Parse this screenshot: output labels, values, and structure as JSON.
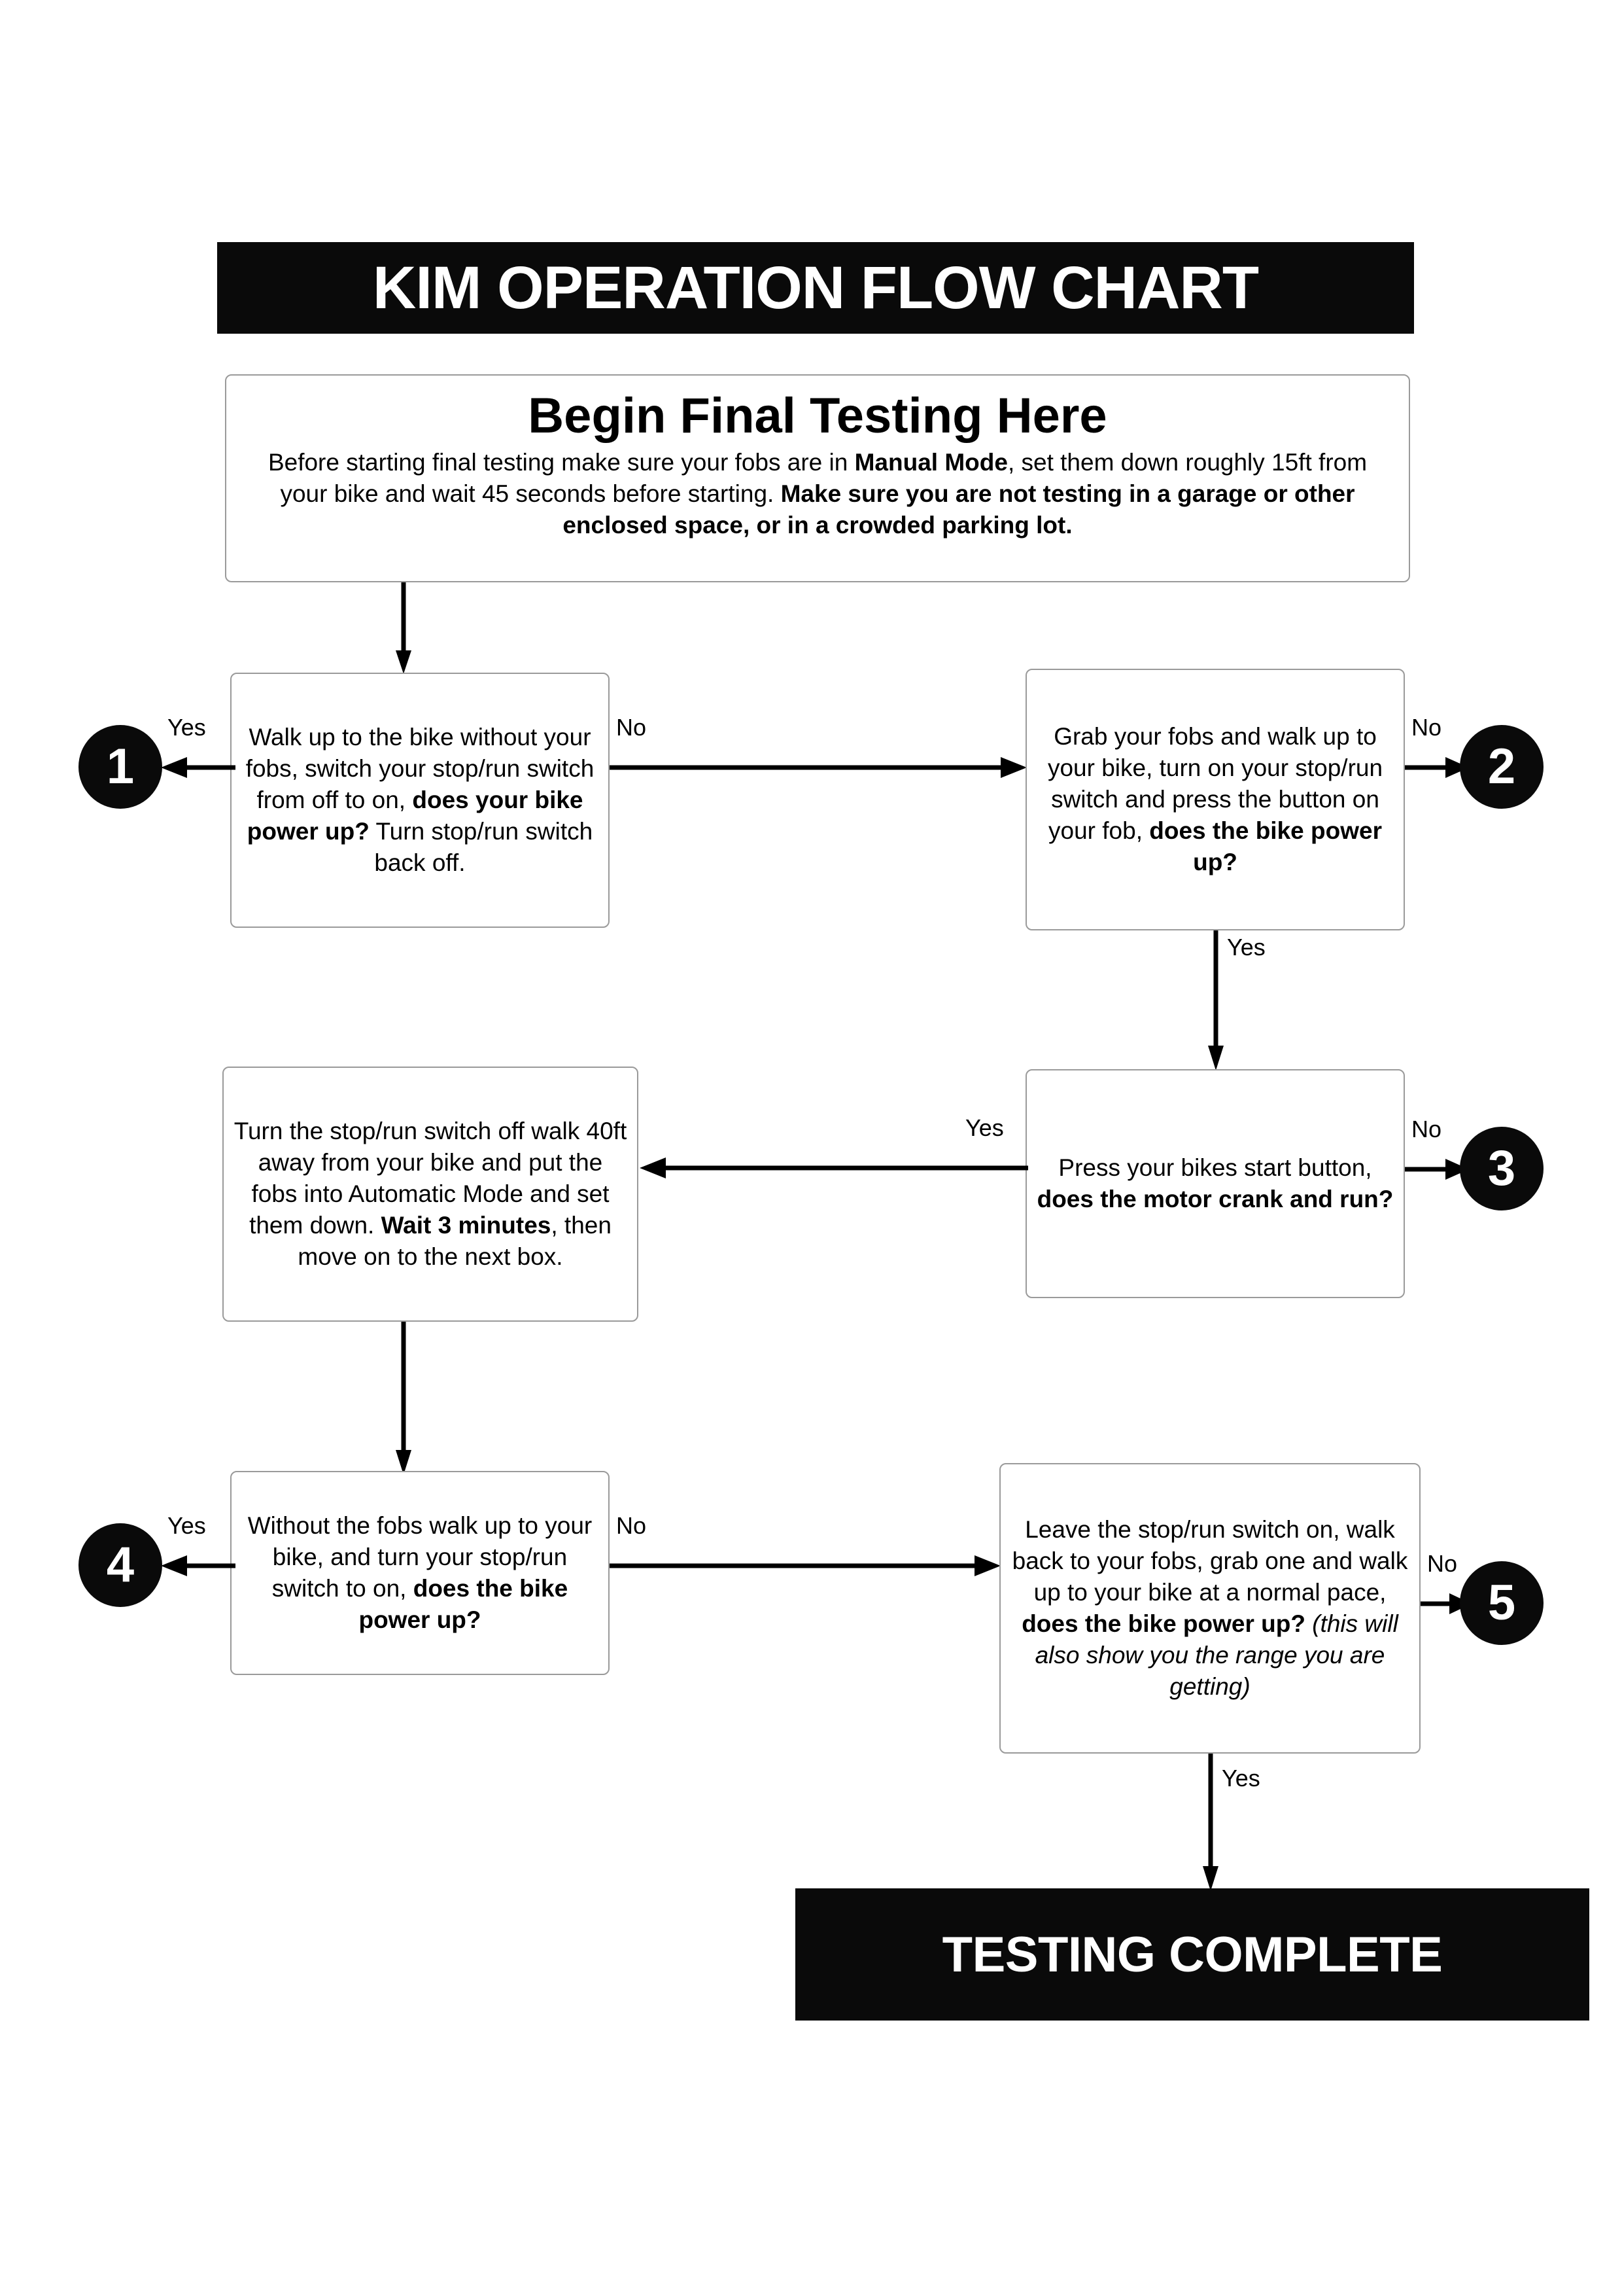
{
  "header": {
    "title": "KIM OPERATION FLOW CHART"
  },
  "intro": {
    "heading": "Begin Final Testing Here",
    "body_plain": "Before starting final testing make sure your fobs are in Manual Mode, set them down roughly 15ft from your bike and wait 45 seconds before starting. Make sure you are not testing in a garage or other enclosed space, or in a crowded parking lot.",
    "body_segments": [
      {
        "text": "Before starting final testing make sure your fobs are in ",
        "bold": false
      },
      {
        "text": "Manual Mode",
        "bold": true
      },
      {
        "text": ", set them down roughly 15ft from your bike and wait 45 seconds before starting. ",
        "bold": false
      },
      {
        "text": "Make sure you are not testing in a garage or other enclosed space, or in a crowded parking lot.",
        "bold": true
      }
    ]
  },
  "boxes": {
    "box1": {
      "id": "box-1",
      "text_plain": "Walk up to the bike without your fobs, switch your stop/run switch from off to on, does your bike power up? Turn stop/run switch back off.",
      "segments": [
        {
          "text": "Walk up to the bike without your fobs, switch your stop/run switch from off to on, ",
          "bold": false
        },
        {
          "text": "does your bike power up?",
          "bold": true
        },
        {
          "text": " Turn stop/run switch back off.",
          "bold": false
        }
      ]
    },
    "box2": {
      "id": "box-2",
      "text_plain": "Grab your fobs and walk up to your bike, turn on your stop/run switch and press the button on your fob, does the bike power up?",
      "segments": [
        {
          "text": "Grab your fobs and walk up to your bike, turn on your stop/run switch and press the button on your fob, ",
          "bold": false
        },
        {
          "text": "does the bike power up?",
          "bold": true
        }
      ]
    },
    "box_mid_left": {
      "id": "box-mid-left",
      "text_plain": "Turn the stop/run switch off walk 40ft away from your bike and put the fobs into Automatic Mode and set them down. Wait 3 minutes, then move on to the next box.",
      "segments": [
        {
          "text": "Turn the stop/run switch off walk 40ft away from your bike and put the fobs into Automatic Mode and set them down. ",
          "bold": false
        },
        {
          "text": "Wait 3 minutes",
          "bold": true
        },
        {
          "text": ", then move on to the next box.",
          "bold": false
        }
      ]
    },
    "box3": {
      "id": "box-3",
      "text_plain": "Press your bikes start button, does the motor crank and run?",
      "segments": [
        {
          "text": "Press your bikes start button, ",
          "bold": false
        },
        {
          "text": "does the motor crank and run?",
          "bold": true
        }
      ]
    },
    "box4": {
      "id": "box-4",
      "text_plain": "Without the fobs walk up to your bike, and turn your stop/run switch to on, does the bike power up?",
      "segments": [
        {
          "text": "Without the fobs walk up to your bike, and turn your stop/run switch to on, ",
          "bold": false
        },
        {
          "text": "does the bike power up?",
          "bold": true
        }
      ]
    },
    "box5": {
      "id": "box-5",
      "text_plain": "Leave the stop/run switch on, walk back to your fobs, grab one and walk up to your bike at a normal pace, does the bike power up? (this will also show you the range you are getting)",
      "segments": [
        {
          "text": "Leave the stop/run switch on, walk back to your fobs, grab one and walk up to your bike at a normal pace, ",
          "bold": false
        },
        {
          "text": "does the bike power up?",
          "bold": true
        },
        {
          "text": " (this will also show you the range you are getting)",
          "bold": false,
          "italic": true
        }
      ]
    }
  },
  "terminals": {
    "circle1": "1",
    "circle2": "2",
    "circle3": "3",
    "circle4": "4",
    "circle5": "5",
    "end_banner": "TESTING COMPLETE"
  },
  "edge_labels": {
    "box1_yes": "Yes",
    "box1_no": "No",
    "box2_no": "No",
    "box2_yes": "Yes",
    "box3_yes": "Yes",
    "box3_no": "No",
    "box4_yes": "Yes",
    "box4_no": "No",
    "box5_no": "No",
    "box5_yes": "Yes"
  },
  "colors": {
    "banner_bg": "#0a0a0a",
    "banner_text": "#ffffff",
    "box_border": "#9a9a9a",
    "page_bg": "#ffffff",
    "connector": "#000000"
  }
}
